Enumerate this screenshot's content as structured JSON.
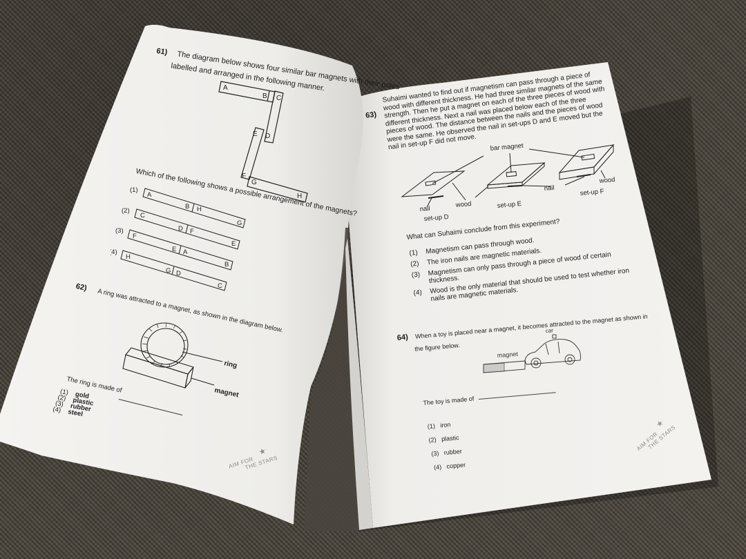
{
  "scene": {
    "description": "Open science worksheet booklet on dark woven fabric",
    "background_color": "#4a453e",
    "paper_color": "#f2f1ee"
  },
  "left_page": {
    "q61": {
      "number": "61)",
      "stem_line1": "The diagram below shows four similar bar magnets with their poles",
      "stem_line2": "labelled and arranged in the following manner.",
      "diagram_labels": [
        "A",
        "B",
        "C",
        "D",
        "E",
        "F",
        "G",
        "H"
      ],
      "question": "Which of the following shows a possible arrangement of the magnets?",
      "options": [
        {
          "num": "(1)",
          "left": "A",
          "mid_left": "B",
          "mid_right": "H",
          "right": "G"
        },
        {
          "num": "(2)",
          "left": "C",
          "mid_left": "D",
          "mid_right": "F",
          "right": "E"
        },
        {
          "num": "(3)",
          "left": "F",
          "mid_left": "E",
          "mid_right": "A",
          "right": "B"
        },
        {
          "num": "(4)",
          "left": "H",
          "mid_left": "G",
          "mid_right": "D",
          "right": "C"
        }
      ]
    },
    "q62": {
      "number": "62)",
      "stem": "A ring was attracted to a magnet, as shown in the diagram below.",
      "label_ring": "ring",
      "label_magnet": "magnet",
      "prompt": "The ring is made of",
      "options": [
        {
          "num": "(1)",
          "text": "gold"
        },
        {
          "num": "(2)",
          "text": "plastic"
        },
        {
          "num": "(3)",
          "text": "rubber"
        },
        {
          "num": "(4)",
          "text": "steel"
        }
      ]
    },
    "doodle": {
      "line1": "AIM FOR",
      "line2": "THE STARS"
    }
  },
  "right_page": {
    "q63": {
      "number": "63)",
      "stem_lines": [
        "Suhaimi wanted to find out if magnetism can pass through a piece of",
        "wood with different thickness.  He had three similar magnets of the same",
        "strength. Then he put a magnet on each of the three pieces of wood with",
        "different thickness. Next a nail was placed below each of the three",
        "pieces of wood. The distance between the nails and the pieces of wood",
        "were the same.  He observed the nail in set-ups D and E moved but the",
        "nail in set-up F did not move."
      ],
      "diagram_labels": {
        "bar_magnet": "bar magnet",
        "nail_d": "nail",
        "wood_de": "wood",
        "setup_d": "set-up D",
        "setup_e": "set-up E",
        "nail_ef": "nail",
        "wood_f": "wood",
        "setup_f": "set-up F"
      },
      "question": "What can Suhaimi conclude from this experiment?",
      "options": [
        {
          "num": "(1)",
          "line1": "Magnetism can pass through wood.",
          "line2": ""
        },
        {
          "num": "(2)",
          "line1": "The iron nails are magnetic materials.",
          "line2": ""
        },
        {
          "num": "(3)",
          "line1": "Magnetism can only pass through a piece of wood of certain",
          "line2": "thickness."
        },
        {
          "num": "(4)",
          "line1": "Wood is the only material that should be used to test whether iron",
          "line2": "nails are magnetic materials."
        }
      ]
    },
    "q64": {
      "number": "64)",
      "stem_line1": "When a toy is placed near a magnet, it becomes attracted to the magnet as shown in",
      "stem_line2": "the figure below.",
      "label_car": "car",
      "label_magnet": "magnet",
      "prompt": "The toy is made of",
      "options": [
        {
          "num": "(1)",
          "text": "iron"
        },
        {
          "num": "(2)",
          "text": "plastic"
        },
        {
          "num": "(3)",
          "text": "rubber"
        },
        {
          "num": "(4)",
          "text": "copper"
        }
      ]
    },
    "doodle": {
      "line1": "AIM FOR",
      "line2": "THE STARS"
    }
  }
}
